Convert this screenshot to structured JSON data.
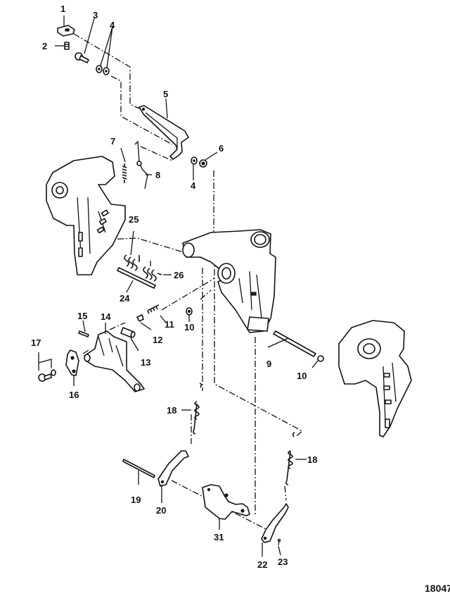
{
  "diagram": {
    "type": "exploded-parts-diagram",
    "reference_number": "18047",
    "callouts": [
      {
        "id": "c1",
        "label": "1"
      },
      {
        "id": "c2",
        "label": "2"
      },
      {
        "id": "c3",
        "label": "3"
      },
      {
        "id": "c4a",
        "label": "4"
      },
      {
        "id": "c4b",
        "label": "4"
      },
      {
        "id": "c5",
        "label": "5"
      },
      {
        "id": "c6",
        "label": "6"
      },
      {
        "id": "c7",
        "label": "7"
      },
      {
        "id": "c8",
        "label": "8"
      },
      {
        "id": "c9",
        "label": "9"
      },
      {
        "id": "c10a",
        "label": "10"
      },
      {
        "id": "c10b",
        "label": "10"
      },
      {
        "id": "c11",
        "label": "11"
      },
      {
        "id": "c12",
        "label": "12"
      },
      {
        "id": "c13",
        "label": "13"
      },
      {
        "id": "c14",
        "label": "14"
      },
      {
        "id": "c15",
        "label": "15"
      },
      {
        "id": "c16",
        "label": "16"
      },
      {
        "id": "c17",
        "label": "17"
      },
      {
        "id": "c18a",
        "label": "18"
      },
      {
        "id": "c18b",
        "label": "18"
      },
      {
        "id": "c19",
        "label": "19"
      },
      {
        "id": "c20",
        "label": "20"
      },
      {
        "id": "c22",
        "label": "22"
      },
      {
        "id": "c23",
        "label": "23"
      },
      {
        "id": "c24",
        "label": "24"
      },
      {
        "id": "c25",
        "label": "25"
      },
      {
        "id": "c26",
        "label": "26"
      },
      {
        "id": "c31",
        "label": "31"
      }
    ]
  }
}
